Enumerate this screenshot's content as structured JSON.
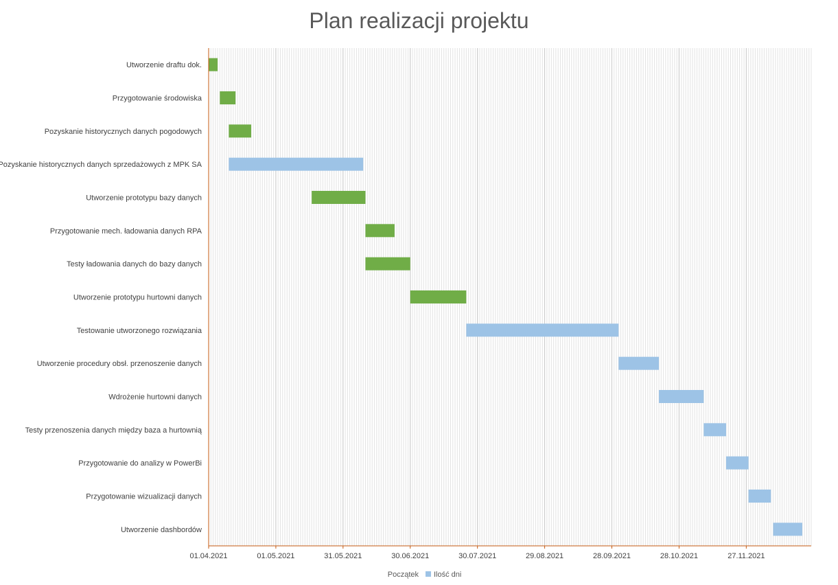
{
  "chart_data": {
    "type": "bar",
    "orientation": "horizontal",
    "stacked": true,
    "title": "Plan realizacji projektu",
    "x_ticks": [
      "01.04.2021",
      "01.05.2021",
      "31.05.2021",
      "30.06.2021",
      "30.07.2021",
      "29.08.2021",
      "28.09.2021",
      "28.10.2021",
      "27.11.2021"
    ],
    "xlim": [
      "2021-04-01",
      "2021-12-26"
    ],
    "grid": "daily vertical gridlines",
    "legend": {
      "placement": "bottom",
      "entries": [
        "Początek",
        "Ilość dni"
      ]
    },
    "series_colors": {
      "Początek": "none",
      "Ilość dni": "#9dc3e6"
    },
    "highlight_color": "#70ad47",
    "categories": [
      "Utworzenie draftu dok.",
      "Przygotowanie środowiska",
      "Pozyskanie historycznych danych pogodowych",
      "Pozyskanie historycznych danych sprzedażowych z MPK SA",
      "Utworzenie prototypu bazy danych",
      "Przygotowanie mech. ładowania danych RPA",
      "Testy ładowania danych do bazy danych",
      "Utworzenie prototypu hurtowni danych",
      "Testowanie utworzonego rozwiązania",
      "Utworzenie procedury obsł. przenoszenie danych ",
      "Wdrożenie hurtowni danych",
      "Testy przenoszenia danych między baza a hurtownią",
      "Przygotowanie do analizy w PowerBi",
      "Przygotowanie wizualizacji danych",
      "Utworzenie dashbordów"
    ],
    "series": [
      {
        "name": "Początek",
        "values": [
          "2021-04-01",
          "2021-04-06",
          "2021-04-10",
          "2021-04-10",
          "2021-05-17",
          "2021-06-10",
          "2021-06-10",
          "2021-06-30",
          "2021-07-25",
          "2021-10-01",
          "2021-10-19",
          "2021-11-08",
          "2021-11-18",
          "2021-11-28",
          "2021-12-09"
        ]
      },
      {
        "name": "Ilość dni",
        "values": [
          4,
          7,
          10,
          60,
          24,
          13,
          20,
          25,
          68,
          18,
          20,
          10,
          10,
          10,
          13
        ]
      }
    ],
    "highlighted_tasks": [
      0,
      1,
      2,
      4,
      5,
      6,
      7
    ]
  }
}
